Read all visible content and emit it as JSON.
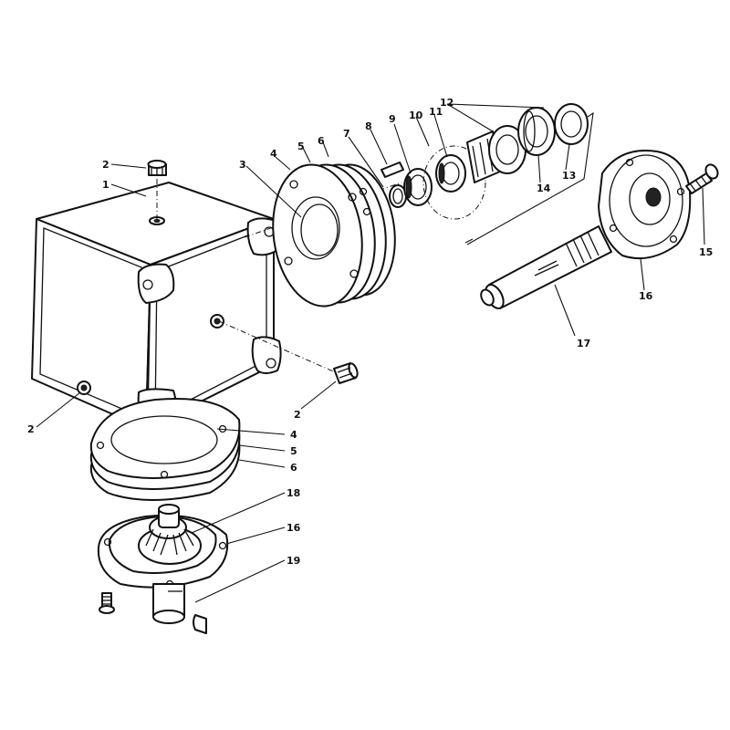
{
  "labels": {
    "l1": "1",
    "l2a": "2",
    "l2b": "2",
    "l2c": "2",
    "l3": "3",
    "l4a": "4",
    "l4b": "4",
    "l5a": "5",
    "l5b": "5",
    "l6a": "6",
    "l6b": "6",
    "l7": "7",
    "l8": "8",
    "l9": "9",
    "l10": "10",
    "l11": "11",
    "l12": "12",
    "l13": "13",
    "l14": "14",
    "l15": "15",
    "l16a": "16",
    "l16b": "16",
    "l17": "17",
    "l18": "18",
    "l19": "19"
  }
}
